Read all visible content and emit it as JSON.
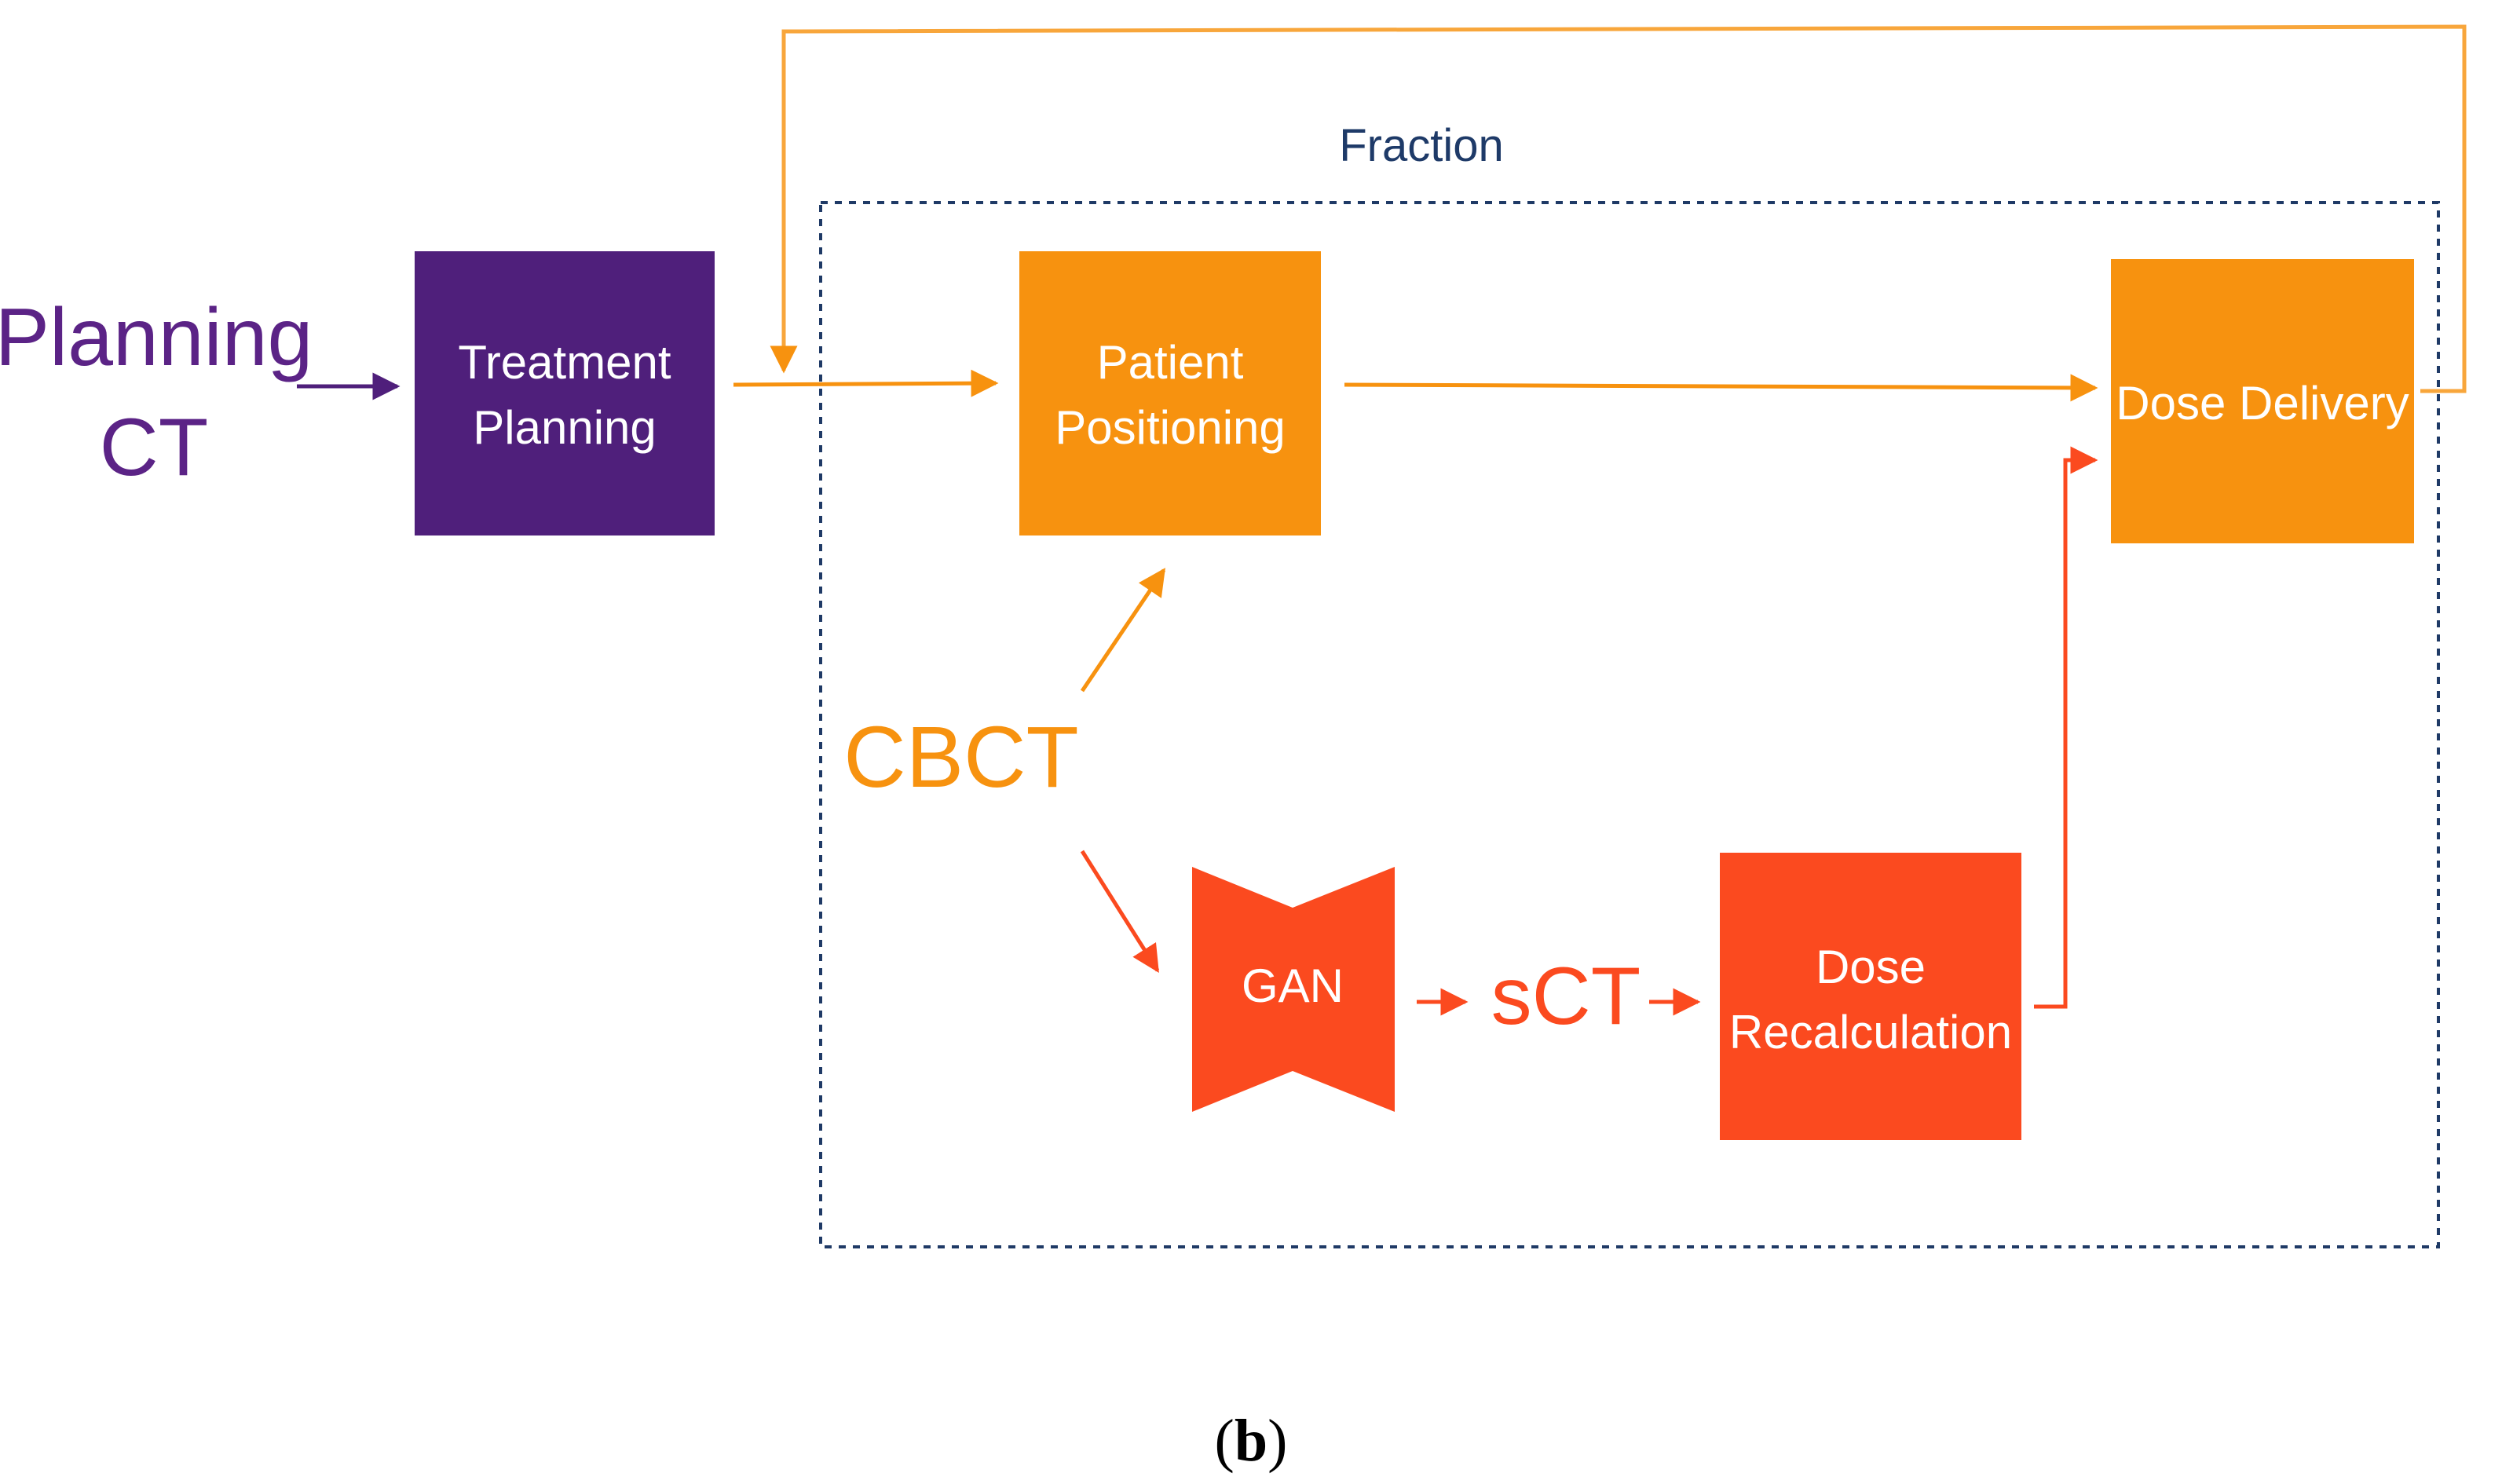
{
  "diagram": {
    "nodes": {
      "planning_ct": {
        "lines": [
          "Planning",
          "CT"
        ]
      },
      "treatment_planning": {
        "lines": [
          "Treatment",
          "Planning"
        ]
      },
      "patient_positioning": {
        "lines": [
          "Patient",
          "Positioning"
        ]
      },
      "dose_delivery": {
        "lines": [
          "Dose Delivery"
        ]
      },
      "cbct": {
        "lines": [
          "CBCT"
        ]
      },
      "gan": {
        "lines": [
          "GAN"
        ]
      },
      "sct": {
        "lines": [
          "sCT"
        ]
      },
      "dose_recalculation": {
        "lines": [
          "Dose",
          "Recalculation"
        ]
      }
    },
    "group_label": "Fraction",
    "caption": {
      "open": "(",
      "letter": "b",
      "close": ")"
    }
  },
  "colors": {
    "purple": "#4f1f7b",
    "purple_text": "#5b2386",
    "orange": "#f7920f",
    "orange_light": "#f8a63b",
    "red": "#fb4a1f",
    "border_dash": "#1f3a66",
    "fraction_text": "#1e3a68",
    "caption_text": "#000000"
  }
}
